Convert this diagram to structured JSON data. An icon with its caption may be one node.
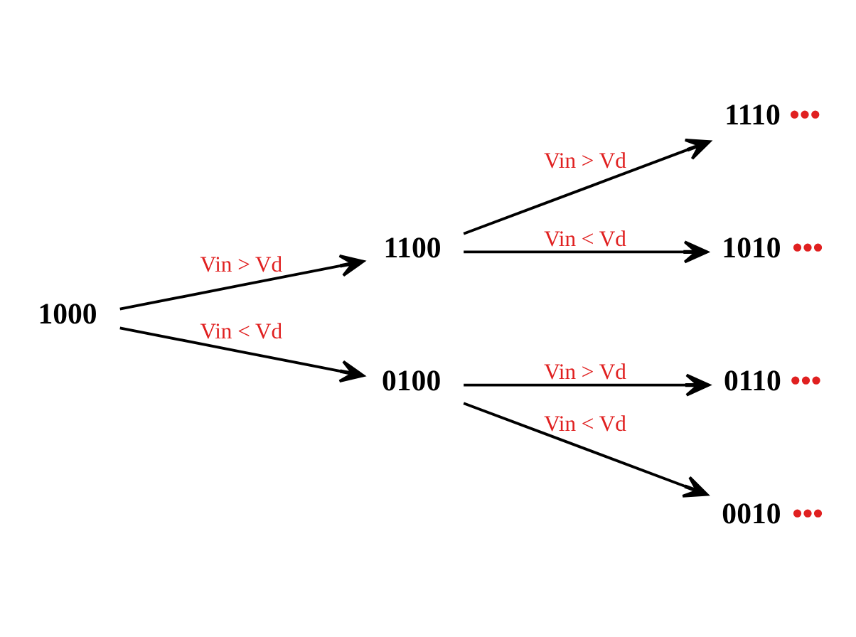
{
  "diagram": {
    "nodes": [
      {
        "text": [
          "1000"
        ]
      },
      {
        "text": [
          "1100"
        ]
      },
      {
        "text": [
          "0100"
        ]
      },
      {
        "text": [
          "1110"
        ],
        "beside": [
          "•••"
        ]
      },
      {
        "text": [
          "1010"
        ],
        "beside": [
          "•••"
        ]
      },
      {
        "text": [
          "0110"
        ],
        "beside": [
          "•••"
        ]
      },
      {
        "text": [
          "0010"
        ],
        "beside": [
          "•••"
        ]
      }
    ],
    "edges": [
      {
        "from": 0,
        "to": 1,
        "arrow": "to",
        "label": "Vin > Vd"
      },
      {
        "from": 0,
        "to": 2,
        "arrow": "to",
        "label": "Vin < Vd"
      },
      {
        "from": 1,
        "to": 3,
        "arrow": "to",
        "label": "Vin > Vd"
      },
      {
        "from": 1,
        "to": 4,
        "arrow": "to",
        "label": "Vin < Vd"
      },
      {
        "from": 2,
        "to": 5,
        "arrow": "to",
        "label": "Vin > Vd"
      },
      {
        "from": 2,
        "to": 6,
        "arrow": "to",
        "label": "Vin < Vd"
      }
    ]
  }
}
